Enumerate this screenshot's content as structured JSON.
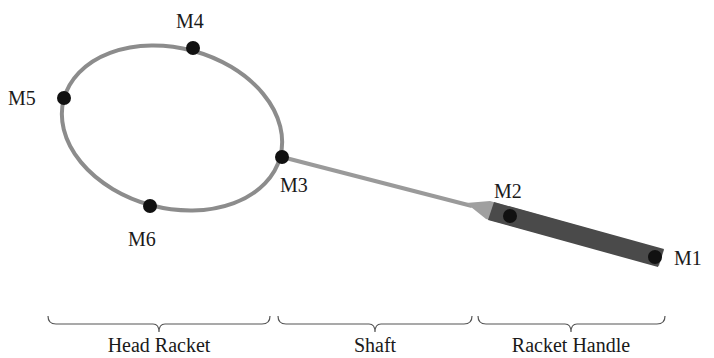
{
  "diagram": {
    "labels": [
      "M4",
      "M5",
      "M3",
      "M6",
      "M2",
      "M1",
      "Head Racket",
      "Shaft",
      "Racket Handle"
    ]
  }
}
